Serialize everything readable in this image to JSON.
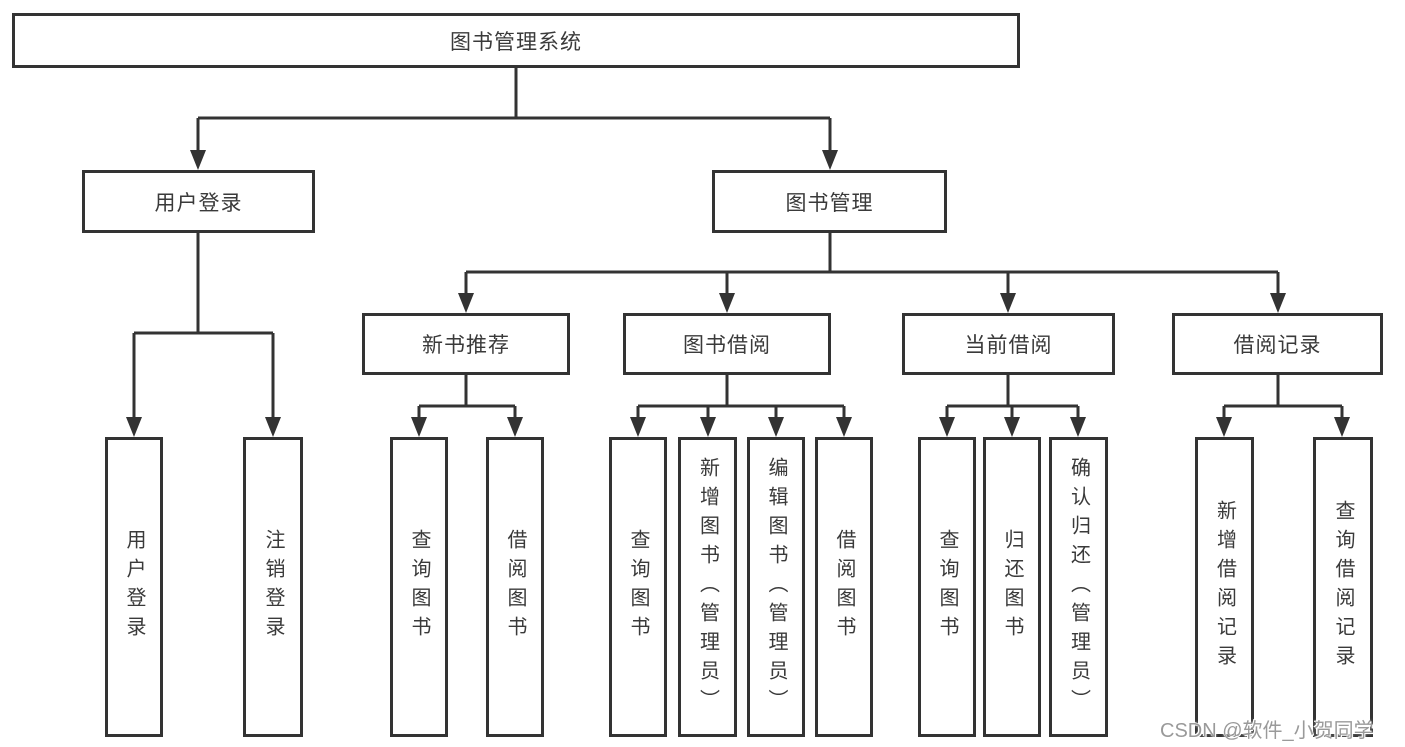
{
  "diagram": {
    "root": {
      "label": "图书管理系统"
    },
    "level2": [
      {
        "label": "用户登录"
      },
      {
        "label": "图书管理"
      }
    ],
    "level3": [
      {
        "label": "新书推荐"
      },
      {
        "label": "图书借阅"
      },
      {
        "label": "当前借阅"
      },
      {
        "label": "借阅记录"
      }
    ],
    "leaves": {
      "user_login": [
        "用户登录",
        "注销登录"
      ],
      "new_book_rec": [
        "查询图书",
        "借阅图书"
      ],
      "book_borrow": [
        "查询图书",
        "新增图书（管理员）",
        "编辑图书（管理员）",
        "借阅图书"
      ],
      "current_borrow": [
        "查询图书",
        "归还图书",
        "确认归还（管理员）"
      ],
      "borrow_records": [
        "新增借阅记录",
        "查询借阅记录"
      ]
    }
  },
  "colors": {
    "line": "#333333",
    "text": "#3a3a3a",
    "watermark": "#9a9a9a"
  },
  "watermark": "CSDN @软件_小贺同学"
}
